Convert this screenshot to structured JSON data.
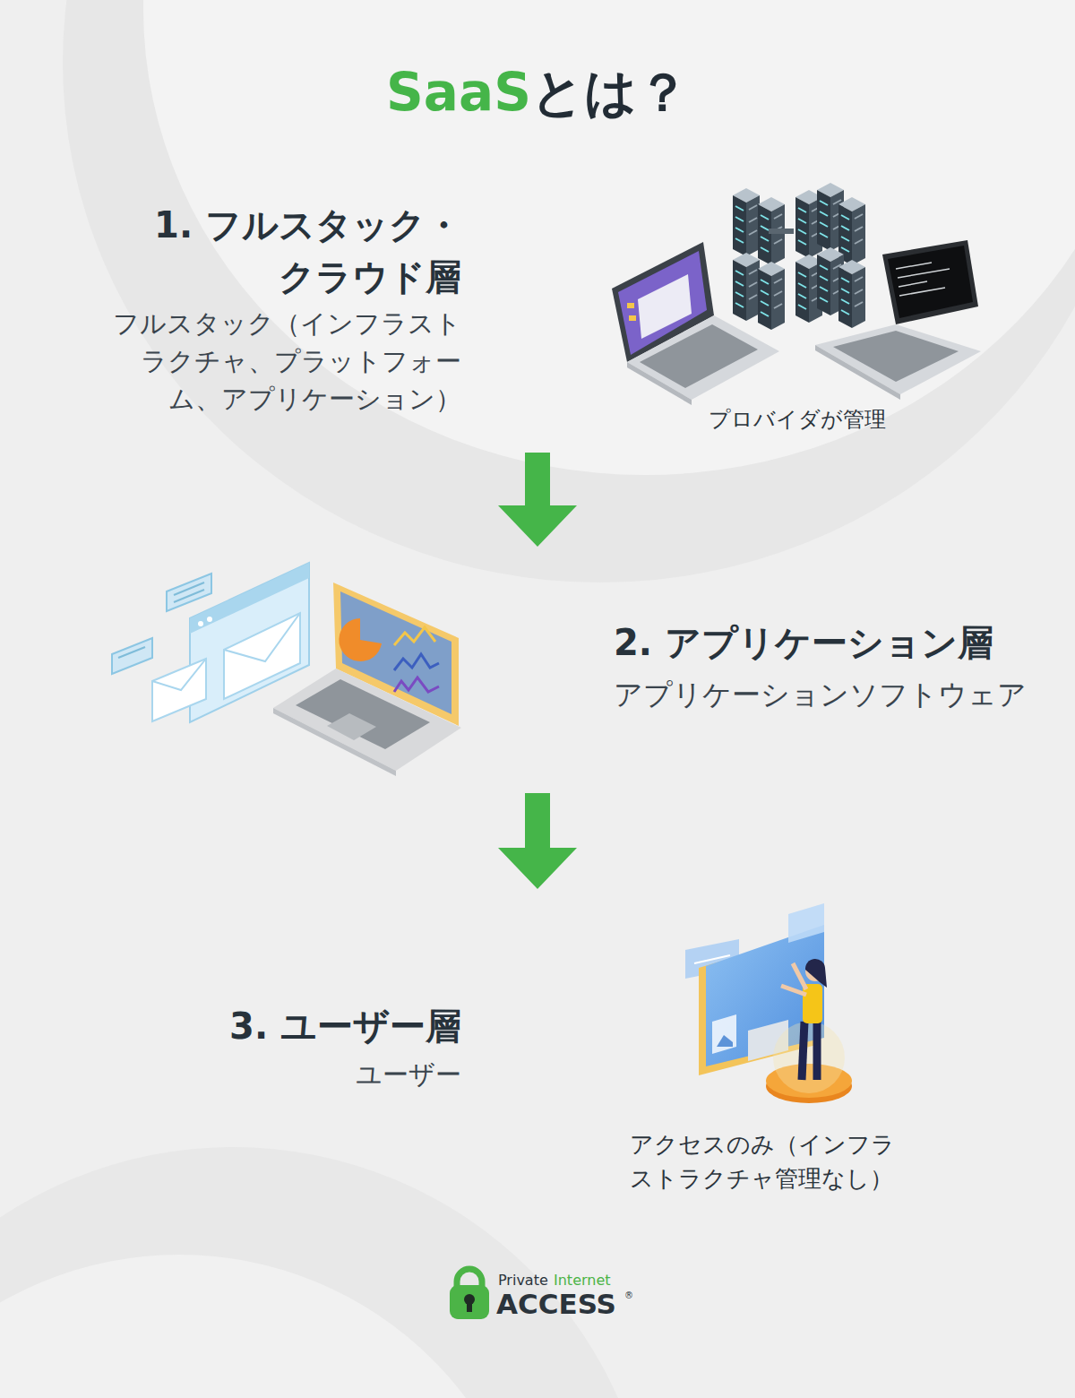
{
  "diagram": {
    "title": "SaaSとは？",
    "nodes": [
      {
        "text": [
          "1. フルスタック・クラウド層",
          "フルスタック（インフラストラクチャ、プラットフォーム、アプリケーション）"
        ]
      },
      {
        "text": [
          "2. アプリケーション層",
          "アプリケーションソフトウェア"
        ]
      },
      {
        "text": [
          "3. ユーザー層",
          "ユーザー"
        ]
      }
    ],
    "edges": [
      {
        "from": 0,
        "to": 1,
        "arrow": "to"
      },
      {
        "from": 1,
        "to": 2,
        "arrow": "to"
      }
    ],
    "labels": [
      "プロバイダが管理",
      "アクセスのみ（インフラストラクチャ管理なし）",
      "Private",
      "Internet",
      "ACCESS",
      "®"
    ]
  }
}
